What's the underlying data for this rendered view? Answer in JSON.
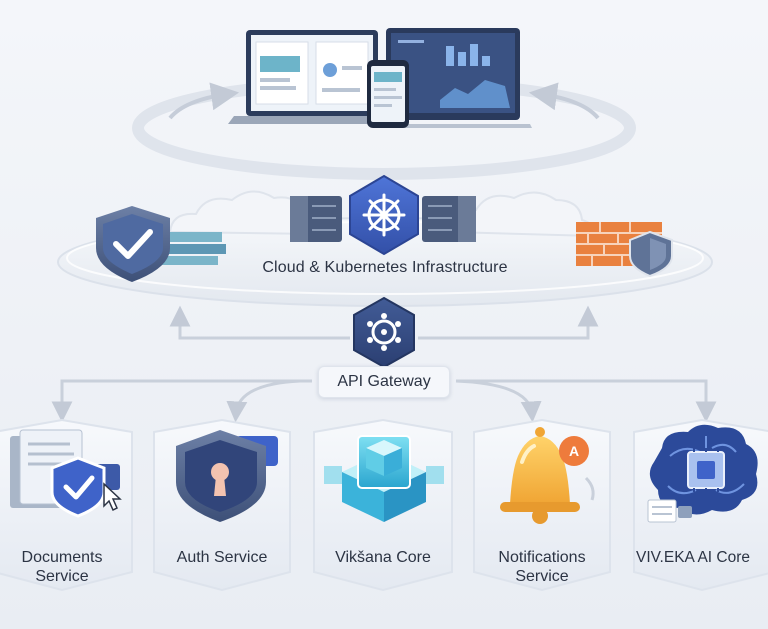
{
  "infrastructure": {
    "label": "Cloud & Kubernetes Infrastructure"
  },
  "gateway": {
    "label": "API Gateway"
  },
  "services": [
    {
      "line1": "Documents",
      "line2": "Service"
    },
    {
      "line1": "Auth Service",
      "line2": ""
    },
    {
      "line1": "Vikšana Core",
      "line2": ""
    },
    {
      "line1": "Notifications",
      "line2": "Service"
    },
    {
      "line1": "VIV.EKA AI Core",
      "line2": ""
    }
  ],
  "notification_badge": "A",
  "colors": {
    "accent_blue": "#3f63c9",
    "navy": "#2f4378",
    "slate": "#5b6f91",
    "orange": "#e5783a",
    "amber": "#f3b13f",
    "cyan": "#4cc3df",
    "line": "#c9d0db"
  },
  "icons": [
    "laptop-icon",
    "monitor-icon",
    "phone-icon",
    "shield-check-icon",
    "server-icon",
    "kubernetes-icon",
    "firewall-icon",
    "gateway-hub-icon",
    "documents-icon",
    "keyhole-shield-icon",
    "cube-icon",
    "bell-icon",
    "brain-chip-icon"
  ]
}
